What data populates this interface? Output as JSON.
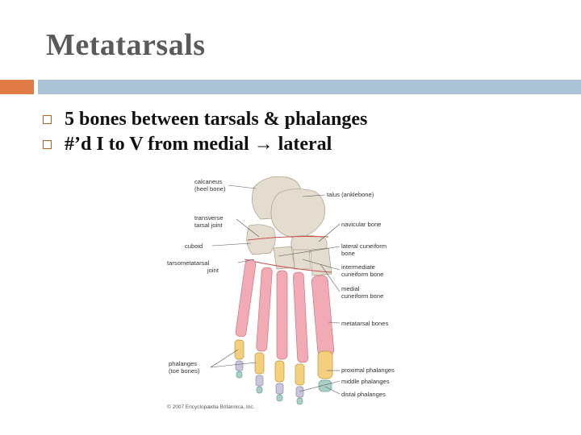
{
  "slide": {
    "title": "Metatarsals",
    "bullets": [
      {
        "text": "5 bones between tarsals & phalanges"
      },
      {
        "text": "#’d I to V from medial",
        "arrow": "→",
        "after": "lateral"
      }
    ]
  },
  "figure": {
    "labels": {
      "calcaneus": "calcaneus",
      "calcaneus_sub": "(heel bone)",
      "talus": "talus (anklebone)",
      "transverse_1": "transverse",
      "transverse_2": "tarsal joint",
      "navicular": "navicular bone",
      "cuboid": "cuboid",
      "lateral_cuneiform_1": "lateral cuneiform",
      "lateral_cuneiform_2": "bone",
      "tarsometatarsal_1": "tarsometatarsal",
      "tarsometatarsal_2": "joint",
      "intermediate_cuneiform_1": "intermediate",
      "intermediate_cuneiform_2": "cuneiform bone",
      "medial_cuneiform_1": "medial",
      "medial_cuneiform_2": "cuneiform bone",
      "metatarsal": "metatarsal bones",
      "phalanges_1": "phalanges",
      "phalanges_2": "(toe bones)",
      "proximal": "proximal phalanges",
      "middle": "middle phalanges",
      "distal": "distal phalanges",
      "copyright": "© 2007 Encyclopædia Britannica, Inc."
    },
    "colors": {
      "tarsal": "#e4ddcf",
      "metatarsal": "#f2aab4",
      "proximal_phalanx": "#f3cf7e",
      "middle_phalanx": "#c8c6dc",
      "distal_phalanx": "#a9d0c8"
    }
  },
  "colors": {
    "accent_orange": "#e07b45",
    "accent_blue": "#a9c3d4",
    "title": "#5a5a5a"
  }
}
